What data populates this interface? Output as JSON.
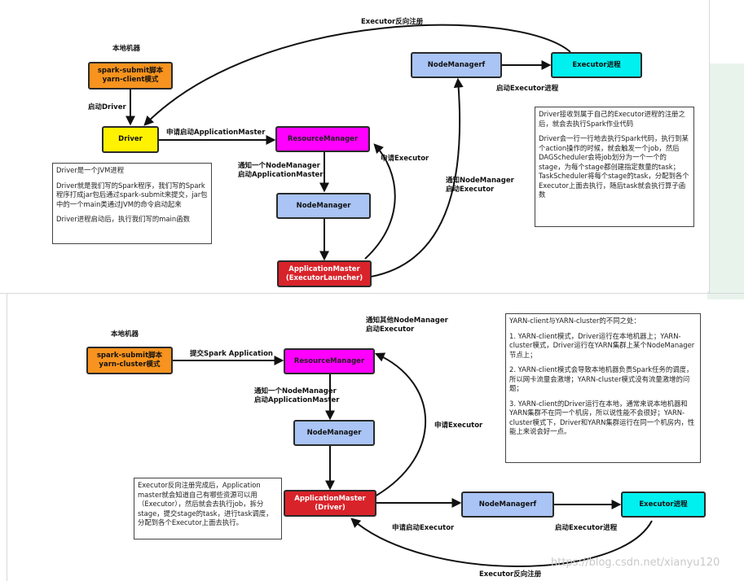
{
  "top_diagram": {
    "caption": "Executor反向注册",
    "local_machine": "本地机器",
    "spark_submit": [
      "spark-submit脚本",
      "yarn-client模式"
    ],
    "start_driver": "启动Driver",
    "driver": "Driver",
    "apply_am": "申请启动ApplicationMaster",
    "resource_manager": "ResourceManager",
    "notify_nm": [
      "通知一个NodeManager",
      "启动ApplicationMaster"
    ],
    "node_manager": "NodeManager",
    "app_master": [
      "ApplicationMaster",
      "(ExecutorLauncher)"
    ],
    "apply_executor": "申请Executor",
    "notify_nm2": [
      "通知NodeManager",
      "启动Executor"
    ],
    "node_manager_f": "NodeManagerf",
    "executor_proc": "Executor进程",
    "start_executor": "启动Executor进程",
    "note_left": [
      "Driver是一个JVM进程",
      "Driver就是我们写的Spark程序，我们写的Spark程序打成jar包后通过spark-submit来提交，jar包中的一个main类通过JVM的命令启动起来",
      "Driver进程启动后，执行我们写的main函数"
    ],
    "note_right": [
      "Driver接收到属于自己的Executor进程的注册之后，就会去执行Spark作业代码",
      "Driver会一行一行地去执行Spark代码，执行到某个action操作的时候，就会触发一个job，然后DAGScheduler会将job划分为一个一个的stage，为每个stage都创建指定数量的task；TaskScheduler将每个stage的task，分配到各个Executor上面去执行，随后task就会执行算子函数"
    ]
  },
  "bottom_diagram": {
    "local_machine": "本地机器",
    "spark_submit": [
      "spark-submit脚本",
      "yarn-cluster模式"
    ],
    "submit_app": "提交Spark Application",
    "resource_manager": "ResourceManager",
    "notify_others": [
      "通知其他NodeManager",
      "启动Executor"
    ],
    "notify_nm": [
      "通知一个NodeManager",
      "启动ApplicationMaster"
    ],
    "node_manager": "NodeManager",
    "apply_executor": "申请Executor",
    "app_master": [
      "ApplicationMaster",
      "(Driver)"
    ],
    "node_manager_f": "NodeManagerf",
    "executor_proc": "Executor进程",
    "apply_start_executor": "申请启动Executor",
    "start_executor": "启动Executor进程",
    "caption": "Executor反向注册",
    "note_left": "Executor反向注册完成后，Application master就会知道自己有哪些资源可以用（Executor），然后就会去执行job，拆分stage，提交stage的task，进行task调度，分配到各个Executor上面去执行。",
    "note_right": [
      "YARN-client与YARN-cluster的不同之处：",
      "1. YARN-client模式，Driver运行在本地机器上；YARN-cluster模式，Driver运行在YARN集群上某个NodeManager节点上；",
      "2. YARN-client模式会导致本地机器负责Spark任务的调度，所以网卡流量会激增；YARN-cluster模式没有流量激增的问题；",
      "3. YARN-client的Driver运行在本地，通常来说本地机器和YARN集群不在同一个机房，所以说性能不会很好；YARN-cluster模式下，Driver和YARN集群运行在同一个机房内，性能上来说会好一点。"
    ]
  },
  "watermark": "https://blog.csdn.net/xianyu120",
  "colors": {
    "orange": "#f7931e",
    "yellow": "#fff200",
    "magenta": "#ff00ff",
    "blue": "#a9c4f5",
    "red": "#d9232a",
    "cyan": "#00f0f0",
    "side_tint": "#e8f3ec"
  }
}
